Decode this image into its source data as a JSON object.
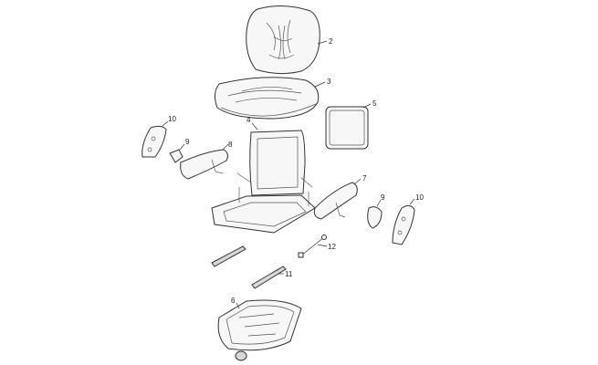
{
  "diagram": {
    "parts": [
      {
        "id": "backrest-cushion",
        "number": "2"
      },
      {
        "id": "seat-cushion",
        "number": "3"
      },
      {
        "id": "seat-frame",
        "number": "4"
      },
      {
        "id": "backrest-pad",
        "number": "5"
      },
      {
        "id": "suspension-base",
        "number": "6"
      },
      {
        "id": "armrest-right",
        "number": "7"
      },
      {
        "id": "armrest-left",
        "number": "8"
      },
      {
        "id": "armrest-bracket-left",
        "number": "9"
      },
      {
        "id": "armrest-bracket-right",
        "number": "9"
      },
      {
        "id": "armrest-cover-left",
        "number": "10"
      },
      {
        "id": "armrest-cover-right",
        "number": "10"
      },
      {
        "id": "slide-rail",
        "number": "11"
      },
      {
        "id": "adjust-lever",
        "number": "12"
      }
    ]
  }
}
